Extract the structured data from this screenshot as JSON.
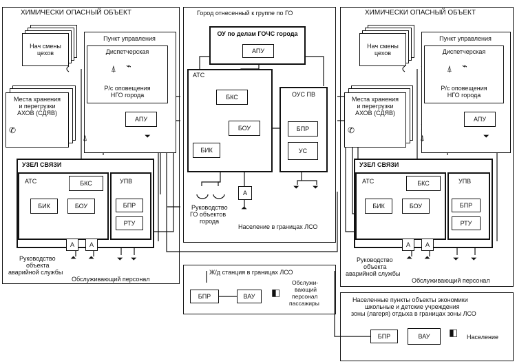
{
  "left_object": {
    "title": "ХИМИЧЕСКИ ОПАСНЫЙ ОБЪЕКТ",
    "shift_heads": [
      "Нач смены",
      "цехов"
    ],
    "storage": [
      "Места хранения",
      "и перегрузки",
      "АХОВ (СДЯВ)"
    ],
    "control_point": "Пункт управления",
    "dispatcher": "Диспетчерская",
    "rs_warning": [
      "Р/с оповещения",
      "НГО города"
    ],
    "apu": "АПУ",
    "comm_node": "УЗЕЛ СВЯЗИ",
    "ats": "АТС",
    "bks": "БКС",
    "upv": "УПВ",
    "bik": "БИК",
    "bou": "БОУ",
    "bpr": "БПР",
    "rtu": "РТУ",
    "amp_a": "А",
    "management": [
      "Руководство",
      "объекта",
      "аварийной службы"
    ],
    "service_staff": "Обслуживающий персонал"
  },
  "right_object": {
    "title": "ХИМИЧЕСКИ ОПАСНЫЙ ОБЪЕКТ",
    "shift_heads": [
      "Нач смены",
      "цехов"
    ],
    "storage": [
      "Места хранения",
      "и перегрузки",
      "АХОВ (СДЯВ)"
    ],
    "control_point": "Пункт управления",
    "dispatcher": "Диспетчерская",
    "rs_warning": [
      "Р/с оповещения",
      "НГО города"
    ],
    "apu": "АПУ",
    "comm_node": "УЗЕЛ СВЯЗИ",
    "ats": "АТС",
    "bks": "БКС",
    "upv": "УПВ",
    "bik": "БИК",
    "bou": "БОУ",
    "bpr": "БПР",
    "rtu": "РТУ",
    "amp_a": "А",
    "management": [
      "Руководство",
      "объекта",
      "аварийной службы"
    ],
    "service_staff": "Обслуживающий персонал"
  },
  "city": {
    "title": "Город  отнесенный к группе по ГО",
    "ou": "ОУ по делам ГОЧС города",
    "apu": "АПУ",
    "ats": "АТС",
    "bks": "БКС",
    "bou": "БОУ",
    "bik": "БИК",
    "ous_pv": "ОУС ПВ",
    "bpr": "БПР",
    "us": "УС",
    "amp_a": "А",
    "management": [
      "Руководство",
      "ГО объектов",
      "города"
    ],
    "population": "Население в границах ЛСО"
  },
  "railway": {
    "title": "Ж/д станция в границах ЛСО",
    "bpr": "БПР",
    "vau": "ВАУ",
    "staff": [
      "Обслужи-",
      "вающий",
      "персонал",
      "пассажиры"
    ]
  },
  "settlements": {
    "title": [
      "Населенные пункты  объекты экономики",
      "школьные и детские учреждения",
      "зоны (лагеря) отдыха в границах зоны ЛСО"
    ],
    "bpr": "БПР",
    "vau": "ВАУ",
    "population": "Население"
  },
  "icons": [
    "telephone-icon",
    "antenna-icon",
    "radio-transmitter-icon",
    "loudspeaker-icon",
    "microphone-icon"
  ]
}
